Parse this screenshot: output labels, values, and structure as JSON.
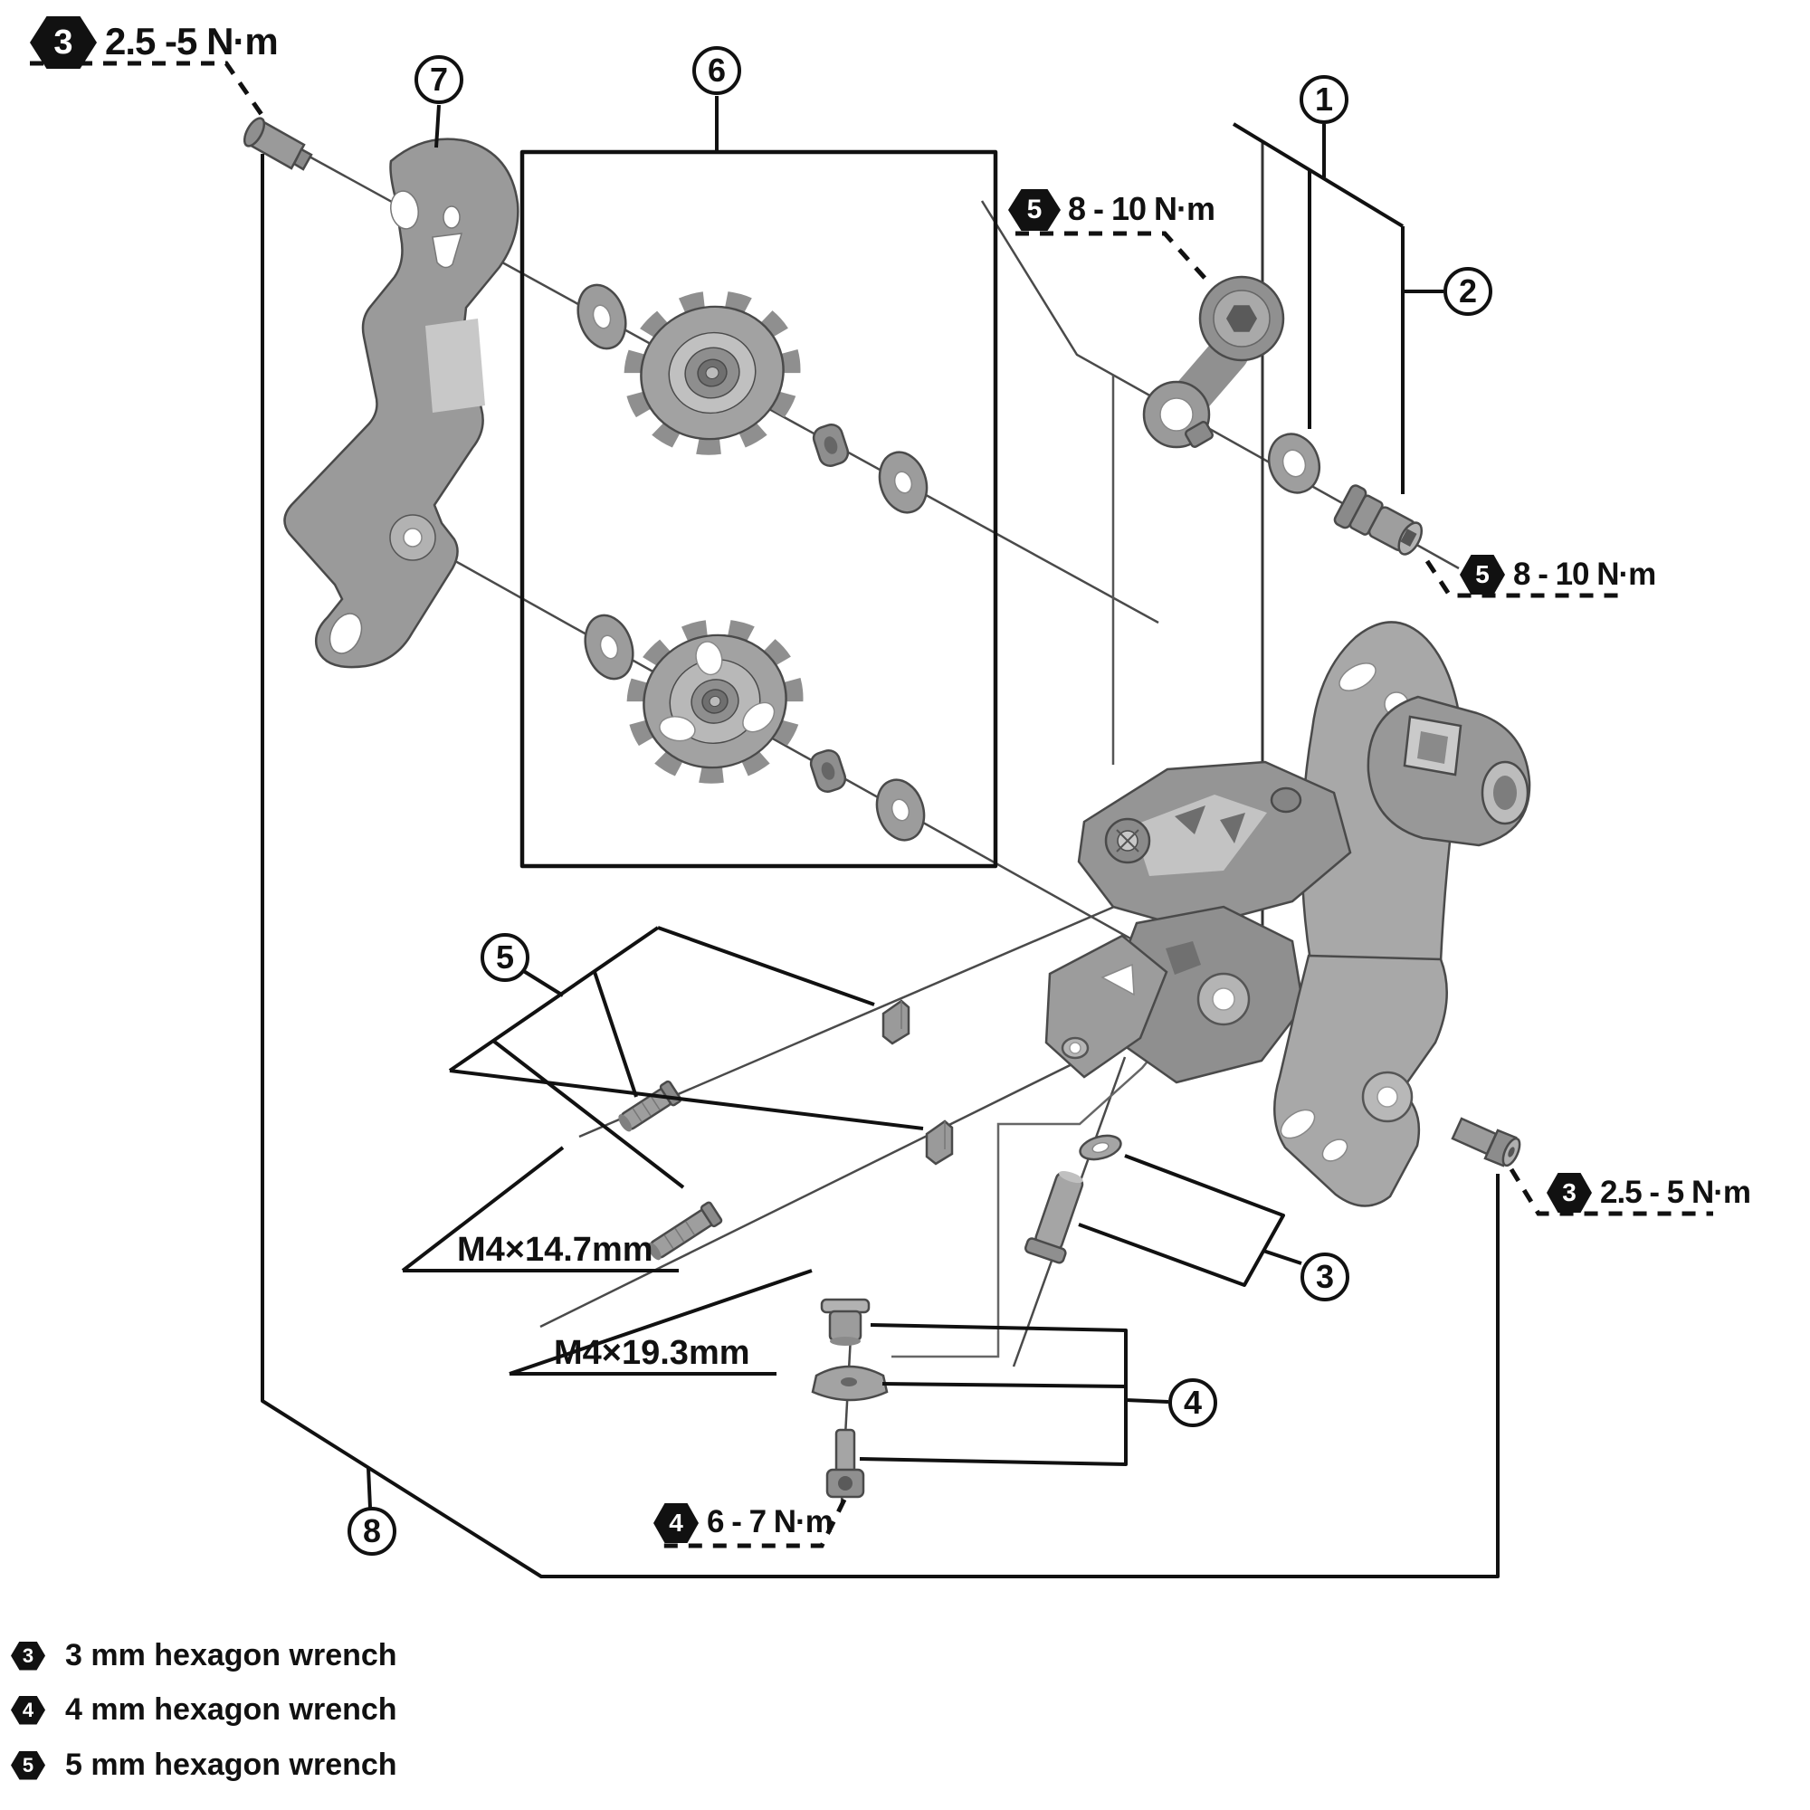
{
  "callouts": {
    "1": "1",
    "2": "2",
    "3": "3",
    "4": "4",
    "5": "5",
    "6": "6",
    "7": "7",
    "8": "8"
  },
  "torque_badges": {
    "top_left": {
      "tool": "3",
      "value": "2.5 -5 N·m"
    },
    "upper": {
      "tool": "5",
      "value": "8 - 10 N·m"
    },
    "right": {
      "tool": "5",
      "value": "8 - 10 N·m"
    },
    "lower_right": {
      "tool": "3",
      "value": "2.5 - 5 N·m"
    },
    "bottom": {
      "tool": "4",
      "value": "6 - 7 N·m"
    }
  },
  "size_labels": {
    "upper_bolt": "M4×14.7mm",
    "lower_bolt": "M4×19.3mm"
  },
  "legend": {
    "rows": [
      {
        "tool": "3",
        "label": "3 mm hexagon wrench"
      },
      {
        "tool": "4",
        "label": "4 mm hexagon wrench"
      },
      {
        "tool": "5",
        "label": "5 mm hexagon wrench"
      }
    ]
  },
  "colors": {
    "background": "#ffffff",
    "ink": "#111111",
    "thin_line": "#4a4a4a",
    "metal": "#9a9a9a",
    "metal_dark": "#6f6f6f",
    "metal_light": "#c6c6c6"
  }
}
